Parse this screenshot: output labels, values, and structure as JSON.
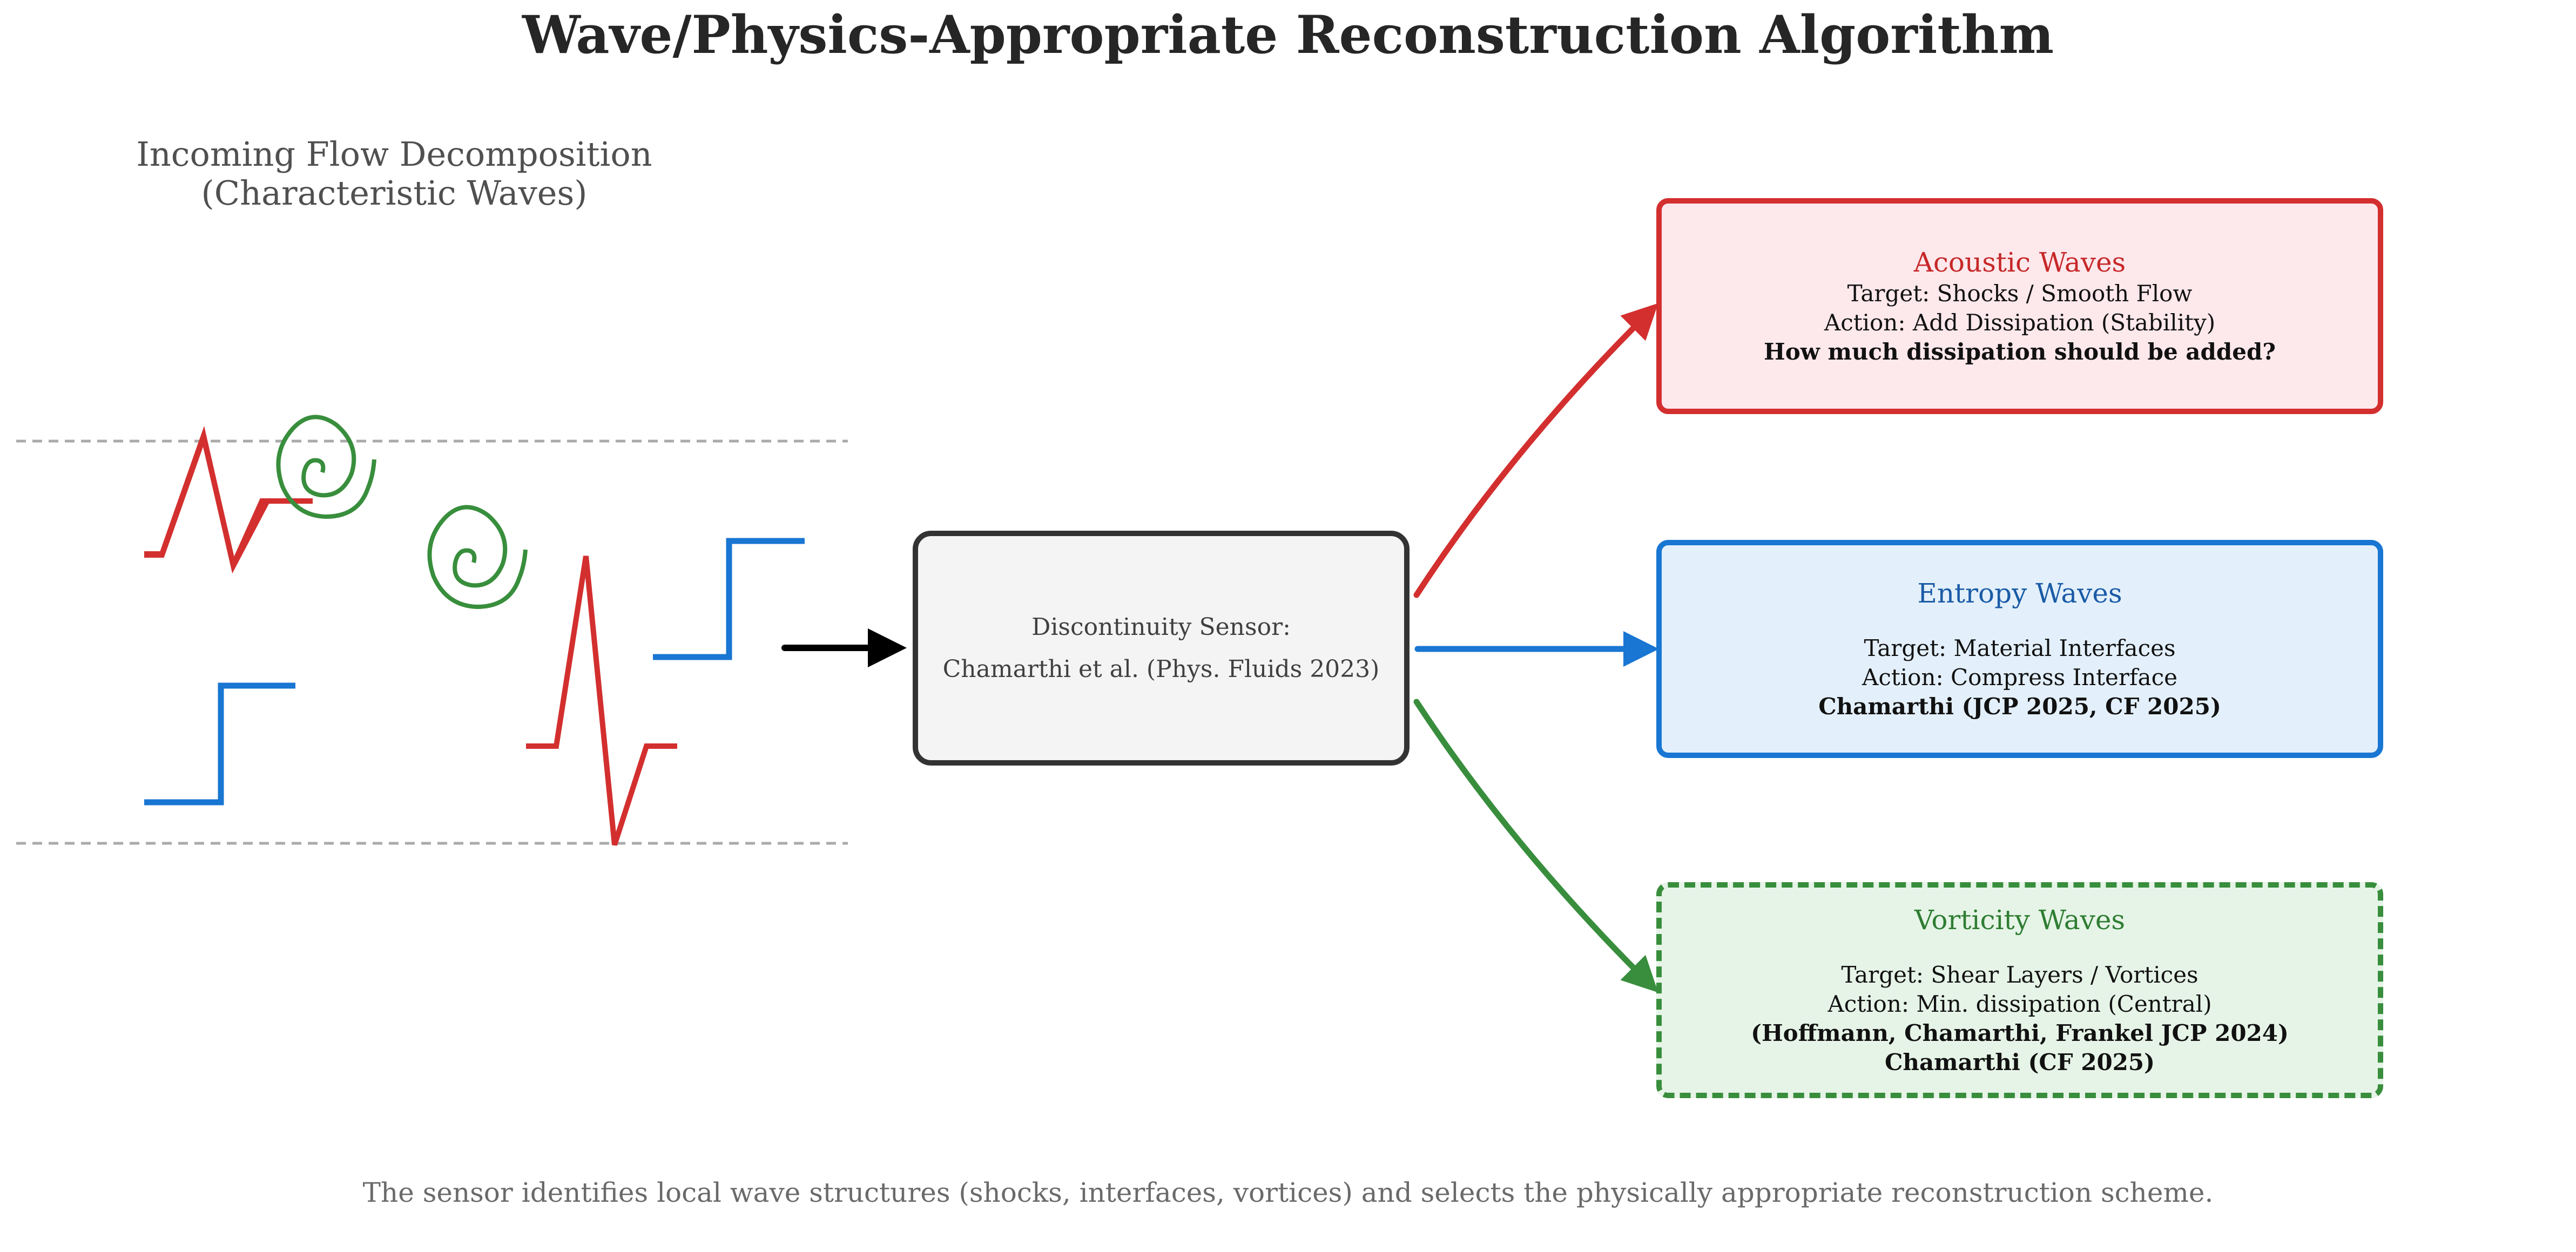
{
  "title": "Wave/Physics-Appropriate Reconstruction Algorithm",
  "left_panel": {
    "heading_line1": "Incoming Flow Decomposition",
    "heading_line2": "(Characteristic Waves)",
    "glyphs": [
      "acoustic-pulse-icon",
      "vortex-spiral-icon",
      "entropy-step-icon",
      "vortex-spiral-icon",
      "acoustic-pulse-icon",
      "entropy-step-icon"
    ]
  },
  "sensor": {
    "line1": "Discontinuity Sensor:",
    "line2": "Chamarthi et al. (Phys. Fluids 2023)"
  },
  "colors": {
    "acoustic": "#d32f2f",
    "entropy": "#1976d2",
    "vorticity": "#388e3c",
    "sensor_border": "#333333"
  },
  "branches": [
    {
      "id": "acoustic",
      "title": "Acoustic Waves",
      "title_color": "#c62828",
      "lines": [
        "Target: Shocks / Smooth Flow",
        "Action: Add Dissipation (Stability)"
      ],
      "bold_lines": [
        "How much dissipation should be added?"
      ],
      "icon": "acoustic-pulse-icon",
      "border_style": "solid"
    },
    {
      "id": "entropy",
      "title": "Entropy Waves",
      "title_color": "#1a5ba6",
      "lines": [
        "Target: Material Interfaces",
        "Action: Compress Interface"
      ],
      "bold_lines": [
        "Chamarthi (JCP 2025, CF 2025)"
      ],
      "icon": "entropy-step-icon",
      "border_style": "solid"
    },
    {
      "id": "vorticity",
      "title": "Vorticity Waves",
      "title_color": "#2e7d32",
      "lines": [
        "Target: Shear Layers / Vortices",
        "Action: Min. dissipation (Central)"
      ],
      "bold_lines": [
        "(Hoffmann, Chamarthi, Frankel JCP 2024)",
        "Chamarthi (CF 2025)"
      ],
      "icon": "vortex-spiral-icon",
      "border_style": "dashed"
    }
  ],
  "footer": "The sensor identifies local wave structures (shocks, interfaces, vortices) and selects the physically appropriate reconstruction scheme."
}
